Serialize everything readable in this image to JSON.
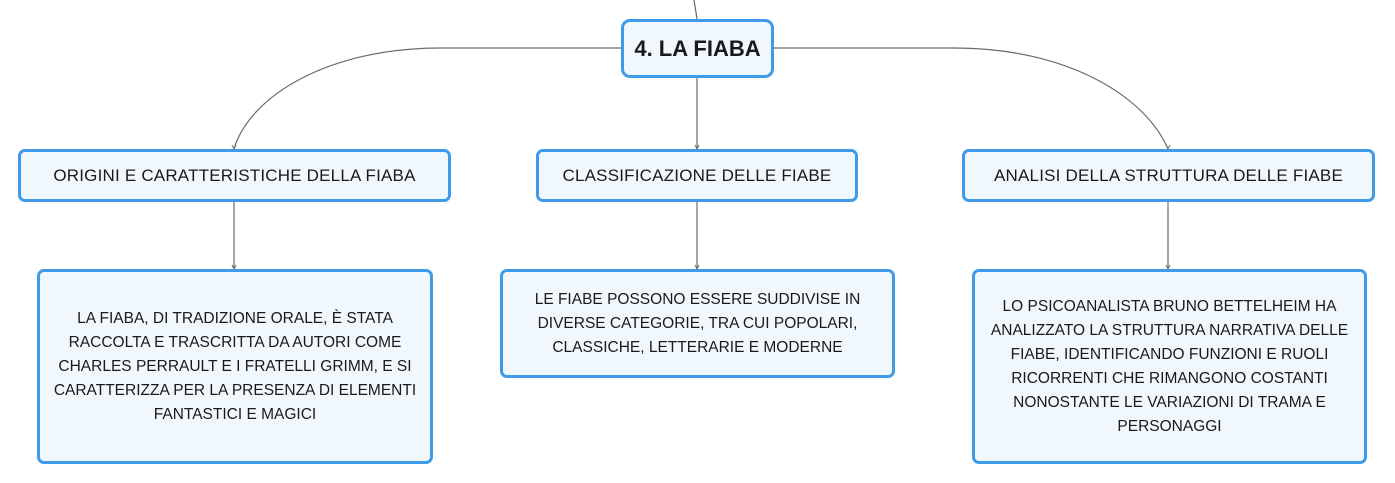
{
  "central_topic": "4. LA FIABA",
  "branches": [
    {
      "title": "ORIGINI E CARATTERISTICHE DELLA FIABA",
      "detail": "LA FIABA, DI TRADIZIONE ORALE, È STATA RACCOLTA E TRASCRITTA DA AUTORI COME CHARLES PERRAULT E I FRATELLI GRIMM, E SI CARATTERIZZA PER LA PRESENZA DI ELEMENTI FANTASTICI E MAGICI"
    },
    {
      "title": "CLASSIFICAZIONE DELLE FIABE",
      "detail": "LE FIABE POSSONO ESSERE SUDDIVISE IN DIVERSE CATEGORIE, TRA CUI POPOLARI, CLASSICHE, LETTERARIE E MODERNE"
    },
    {
      "title": "ANALISI DELLA STRUTTURA DELLE FIABE",
      "detail": "LO PSICOANALISTA BRUNO BETTELHEIM HA ANALIZZATO LA STRUTTURA NARRATIVA DELLE FIABE, IDENTIFICANDO FUNZIONI E RUOLI RICORRENTI CHE RIMANGONO COSTANTI NONOSTANTE LE VARIAZIONI DI TRAMA E PERSONAGGI"
    }
  ],
  "colors": {
    "node_border": "#3d9be9",
    "node_fill": "#f1f8fd",
    "connector": "#6b6b6b",
    "text": "#1a1a1a"
  }
}
